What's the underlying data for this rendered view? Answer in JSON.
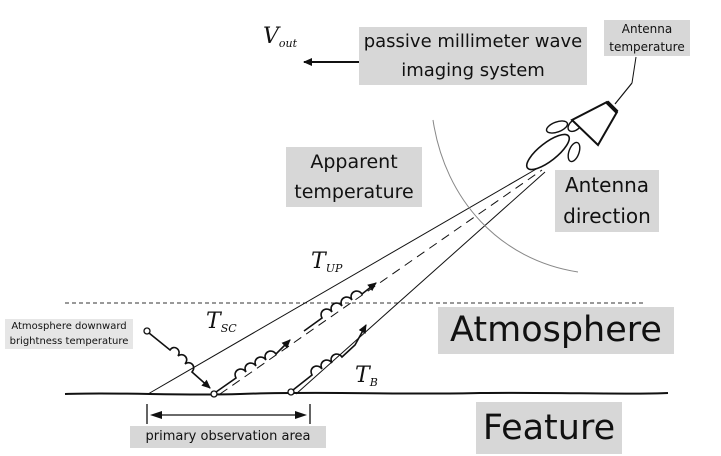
{
  "labels": {
    "system_line1": "passive millimeter wave",
    "system_line2": "imaging system",
    "antenna_temp_line1": "Antenna",
    "antenna_temp_line2": "temperature",
    "apparent_line1": "Apparent",
    "apparent_line2": "temperature",
    "direction_line1": "Antenna",
    "direction_line2": "direction",
    "atmosphere": "Atmosphere",
    "feature": "Feature",
    "downward_line1": "Atmosphere downward",
    "downward_line2": "brightness temperature",
    "area": "primary observation area"
  },
  "symbols": {
    "vout": {
      "base": "V",
      "sub": "out"
    },
    "tup": {
      "base": "T",
      "sub": "UP"
    },
    "tsc": {
      "base": "T",
      "sub": "SC"
    },
    "tb": {
      "base": "T",
      "sub": "B"
    }
  },
  "colors": {
    "label_box": "#d7d7d7",
    "line": "#111111"
  }
}
